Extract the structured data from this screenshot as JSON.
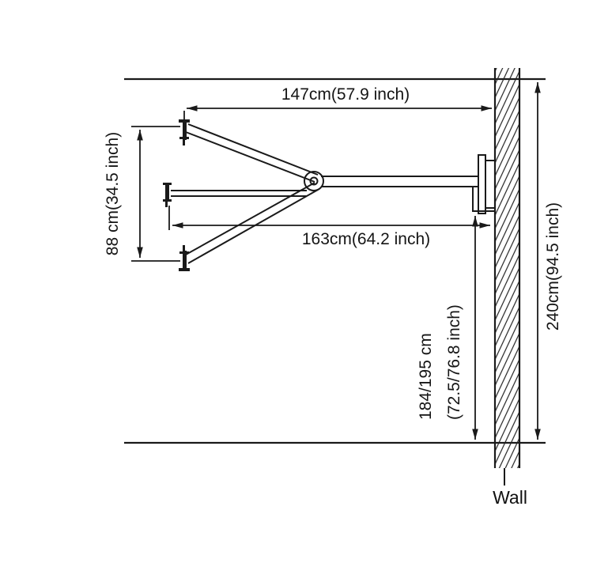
{
  "diagram": {
    "kind": "wall-mount-swing-arm-dimension-drawing",
    "ink_color": "#1a1a1a",
    "dims": {
      "top_width": "147cm(57.9 inch)",
      "left_height": "88 cm(34.5 inch)",
      "mid_width": "163cm(64.2 inch)",
      "lower_height_line1": "184/195 cm",
      "lower_height_line2": "(72.5/76.8 inch)",
      "right_height": "240cm(94.5 inch)",
      "wall": "Wall"
    }
  }
}
